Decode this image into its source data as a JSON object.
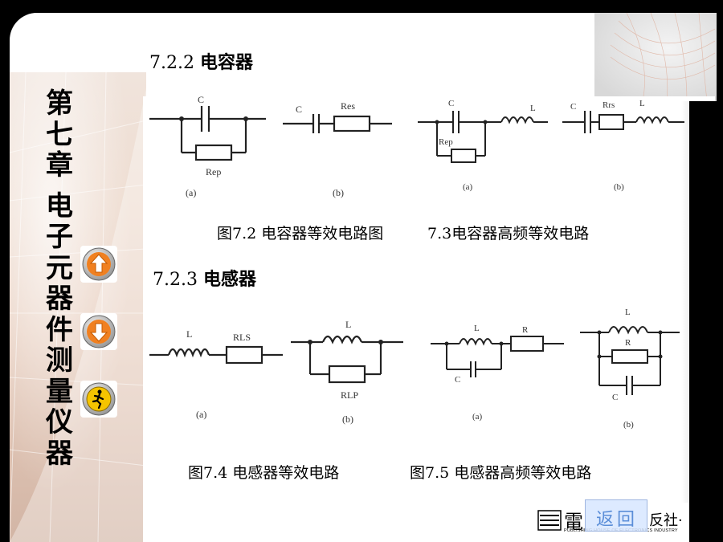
{
  "chapter_title_chars": [
    "第",
    "七",
    "章",
    "电",
    "子",
    "元",
    "器",
    "件",
    "测",
    "量",
    "仪",
    "器"
  ],
  "section_capacitor": {
    "number": "7.2.2",
    "title": "电容器"
  },
  "section_inductor": {
    "number": "7.2.3",
    "title": "电感器"
  },
  "captions": {
    "fig72": "图7.2 电容器等效电路图",
    "fig73": "7.3电容器高频等效电路",
    "fig74": "图7.4 电感器等效电路",
    "fig75": "图7.5 电感器高频等效电路"
  },
  "labels": {
    "C": "C",
    "L": "L",
    "R": "R",
    "Rep": "Rep",
    "Res": "Res",
    "Rrs": "Rrs",
    "RLS": "RLS",
    "RLP": "RLP",
    "a": "(a)",
    "b": "(b)"
  },
  "nav": {
    "up": "up-arrow-icon",
    "down": "down-arrow-icon",
    "exit": "exit-runner-icon"
  },
  "publisher": {
    "char_left": "電",
    "char_right": "反社·",
    "subtitle": "PUBLISHING HOUSE OF ELECTRONICS INDUSTRY",
    "return_label": "返回"
  },
  "colors": {
    "panel": "#ffffff",
    "background": "#000000",
    "nav_orange": "#f08020",
    "exit_yellow": "#f5c400",
    "return_blue": "#5b8ed8"
  }
}
